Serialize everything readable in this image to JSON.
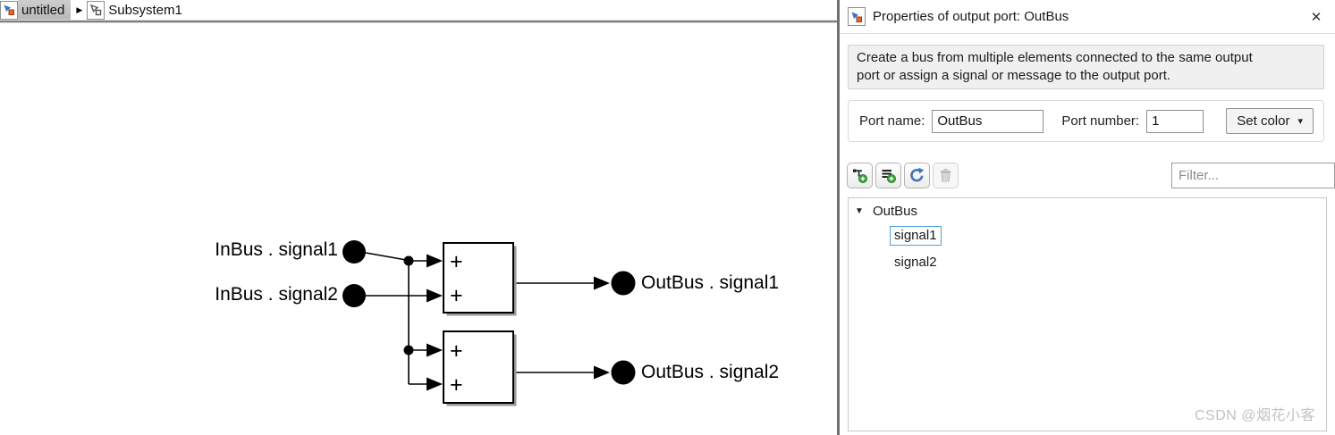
{
  "breadcrumb": {
    "model": "untitled",
    "separator_glyph": "▶",
    "subsystem": "Subsystem1"
  },
  "diagram": {
    "inports": [
      {
        "label": "InBus . signal1"
      },
      {
        "label": "InBus . signal2"
      }
    ],
    "outports": [
      {
        "label": "OutBus . signal1"
      },
      {
        "label": "OutBus . signal2"
      }
    ],
    "sum_blocks": [
      {
        "ops": [
          "+",
          "+"
        ]
      },
      {
        "ops": [
          "+",
          "+"
        ]
      }
    ]
  },
  "panel": {
    "title": "Properties of output port: OutBus",
    "close_glyph": "✕",
    "description_lines": [
      "Create a bus from multiple elements connected to the same output",
      "port or assign a signal or message to the output port."
    ],
    "port_name": {
      "label": "Port name:",
      "value": "OutBus"
    },
    "port_number": {
      "label": "Port number:",
      "value": "1"
    },
    "set_color": {
      "label": "Set color",
      "caret_glyph": "▾"
    },
    "filter": {
      "placeholder": "Filter..."
    },
    "tree": {
      "expander_glyph": "▼",
      "root_label": "OutBus",
      "children": [
        {
          "label": "signal1"
        },
        {
          "label": "signal2"
        }
      ]
    },
    "watermark": "CSDN @烟花小客"
  },
  "colors": {
    "edit_box_blue": "#54a0d6",
    "refresh_blue": "#3f75bd",
    "add_green": "#3da338",
    "divider_gray": "#6f6f6f",
    "sum_block_border": "#000000"
  }
}
